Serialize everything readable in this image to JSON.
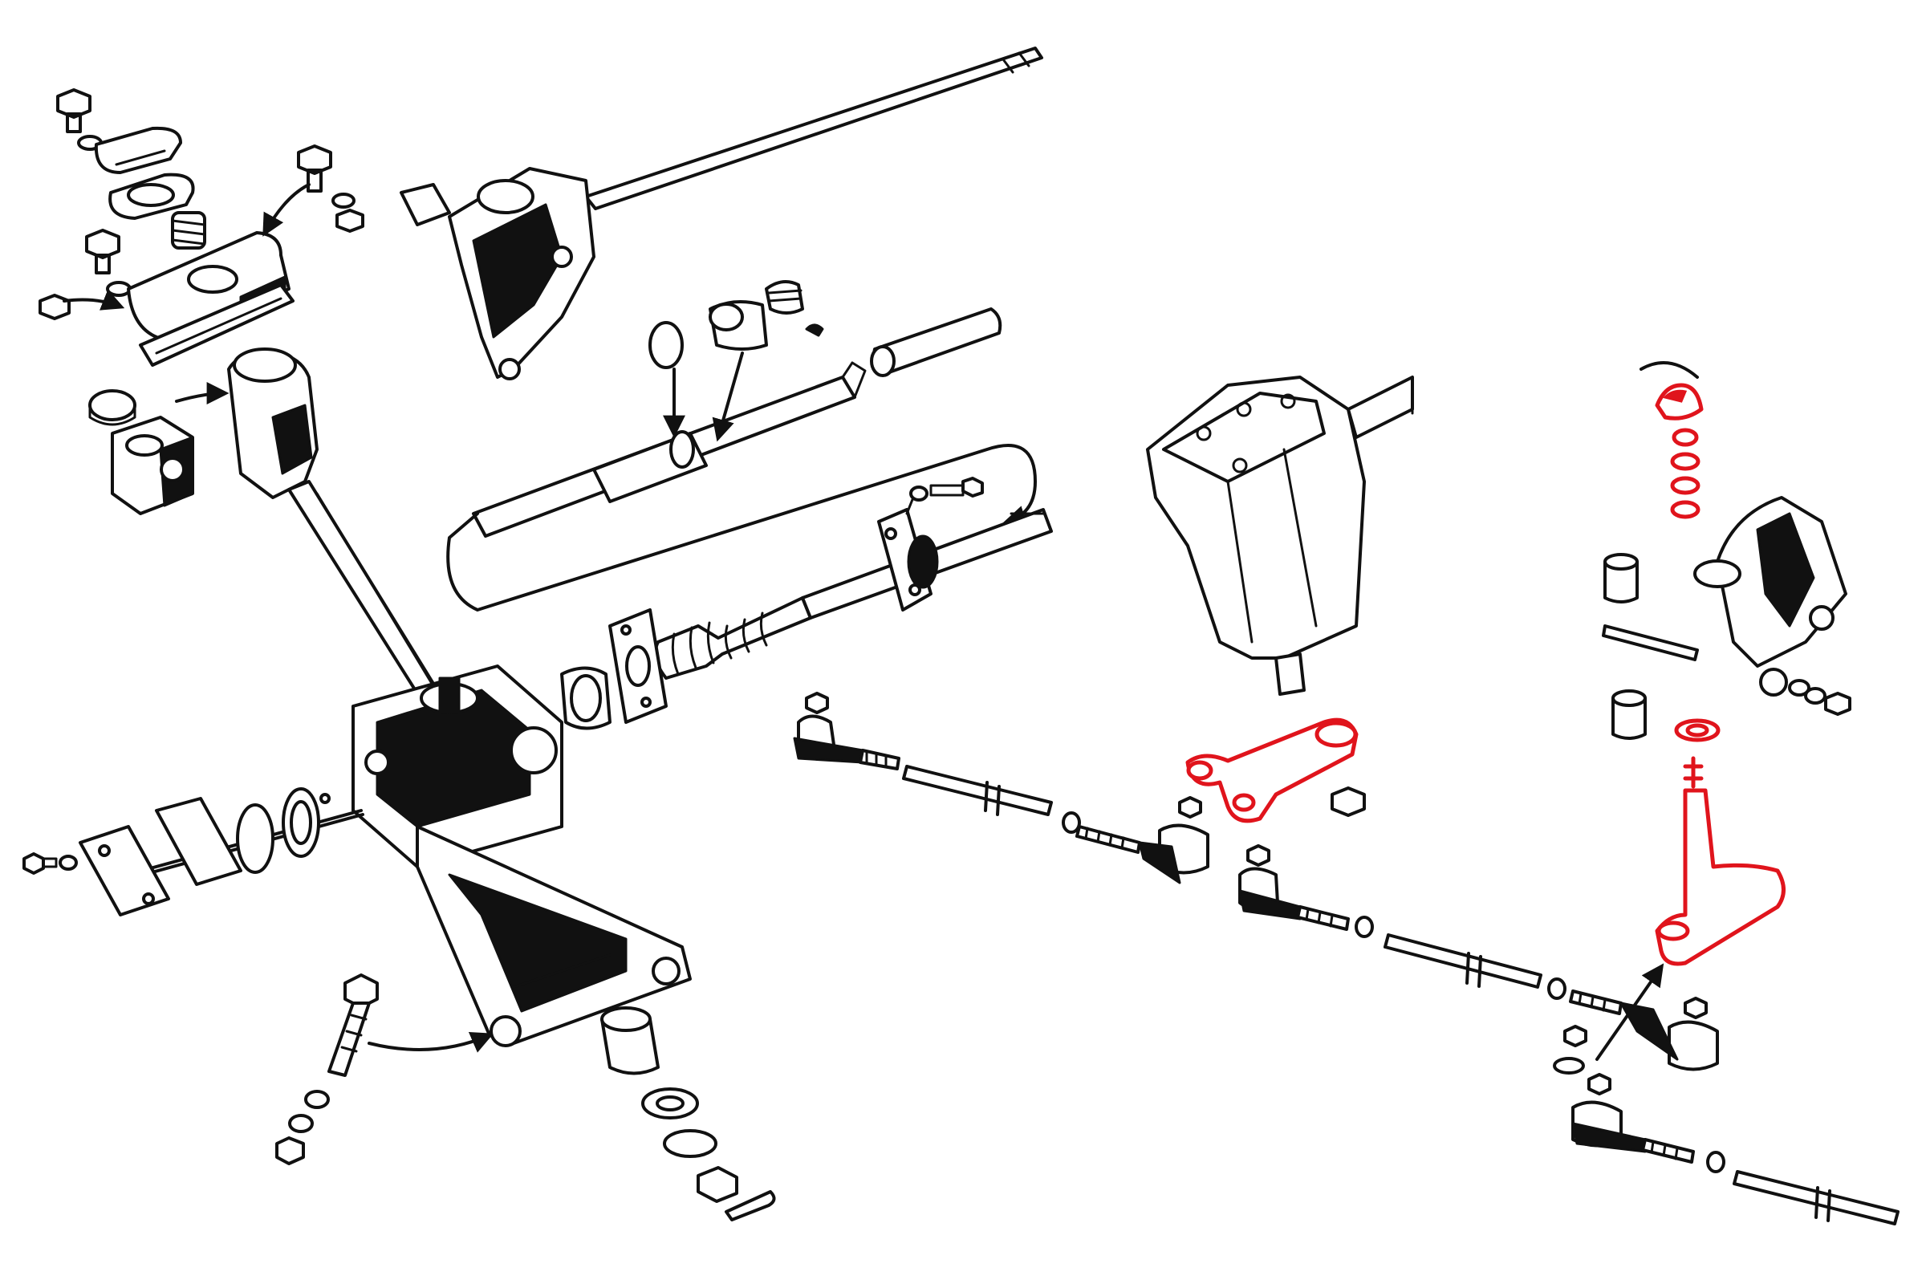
{
  "diagram": {
    "highlight_color": "#e0141c",
    "ink_color": "#111111",
    "background_color": "#ffffff",
    "highlighted_parts": [
      "drop-arm",
      "idler-arm",
      "idler-pivot-bushes-and-washers"
    ],
    "text_labels": []
  }
}
